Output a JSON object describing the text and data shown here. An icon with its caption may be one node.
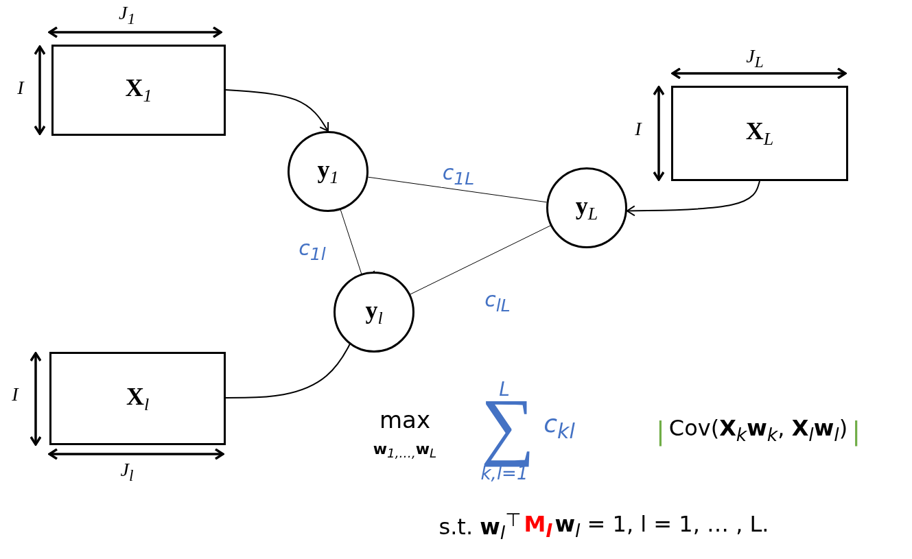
{
  "diagram": {
    "nodes": [
      {
        "text": [
          "**X**$_{1}$"
        ]
      },
      {
        "text": [
          "**X**$_{L}$"
        ]
      },
      {
        "text": [
          "**y**$_{1}$"
        ]
      },
      {
        "text": [
          "**y**$_{L}$"
        ]
      },
      {
        "text": [
          "**y**$_{l}$"
        ]
      },
      {
        "text": [
          "**X**$_{l}$"
        ]
      }
    ],
    "edges": [
      {
        "from": 0,
        "to": 2,
        "arrow": "to"
      },
      {
        "from": 1,
        "to": 3,
        "arrow": "to"
      },
      {
        "from": 5,
        "to": 4,
        "arrow": "to"
      },
      {
        "from": 2,
        "to": 3,
        "arrow": "none",
        "label": "c$_{1L}$"
      },
      {
        "from": 2,
        "to": 4,
        "arrow": "none",
        "label": "c$_{1l}$"
      },
      {
        "from": 4,
        "to": 3,
        "arrow": "none",
        "label": "c$_{lL}$"
      }
    ],
    "labels": [
      "J$_{1}$",
      "I",
      "J$_{L}$",
      "I",
      "I",
      "J$_{l}$",
      "L",
      "max",
      "∑",
      "c$_{kl}$",
      "|",
      "Cov(**X**$_{k}$**w**$_{k}$, **X**$_{l}$**w**$_{l}$)",
      "|",
      "**w**$_{1,…,}$**w**$_{L}$",
      "k,l=1",
      "s.t. **w**$_{l}$$^{⊤}$",
      "M$_{l}$",
      "**w**$_{l}$ = 1,  l = 1, … , L."
    ]
  }
}
